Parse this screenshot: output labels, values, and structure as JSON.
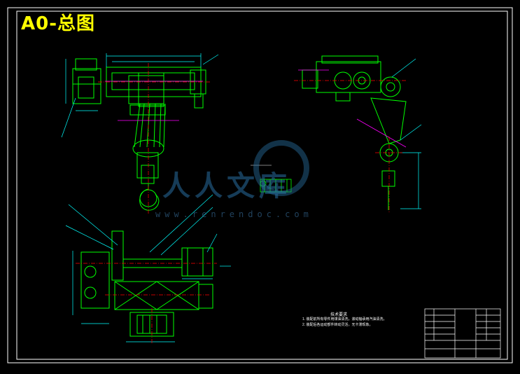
{
  "sheet": {
    "title": "A0-总图",
    "colors": {
      "background": "#000000",
      "frame": "#ffffff",
      "part": "#00ff00",
      "dimension": "#00ffff",
      "centerline": "#ff0000",
      "hatch": "#ff00ff",
      "title": "#ffff00"
    }
  },
  "notes": {
    "heading": "技术要求",
    "lines": [
      "1. 装配前所有零件用煤油清洗，滚动轴承用汽油清洗。",
      "2. 装配后各运动部件转动灵活，无卡滞现象。"
    ]
  },
  "watermark": {
    "text": "人人文库",
    "url": "www.renrendoc.com"
  }
}
